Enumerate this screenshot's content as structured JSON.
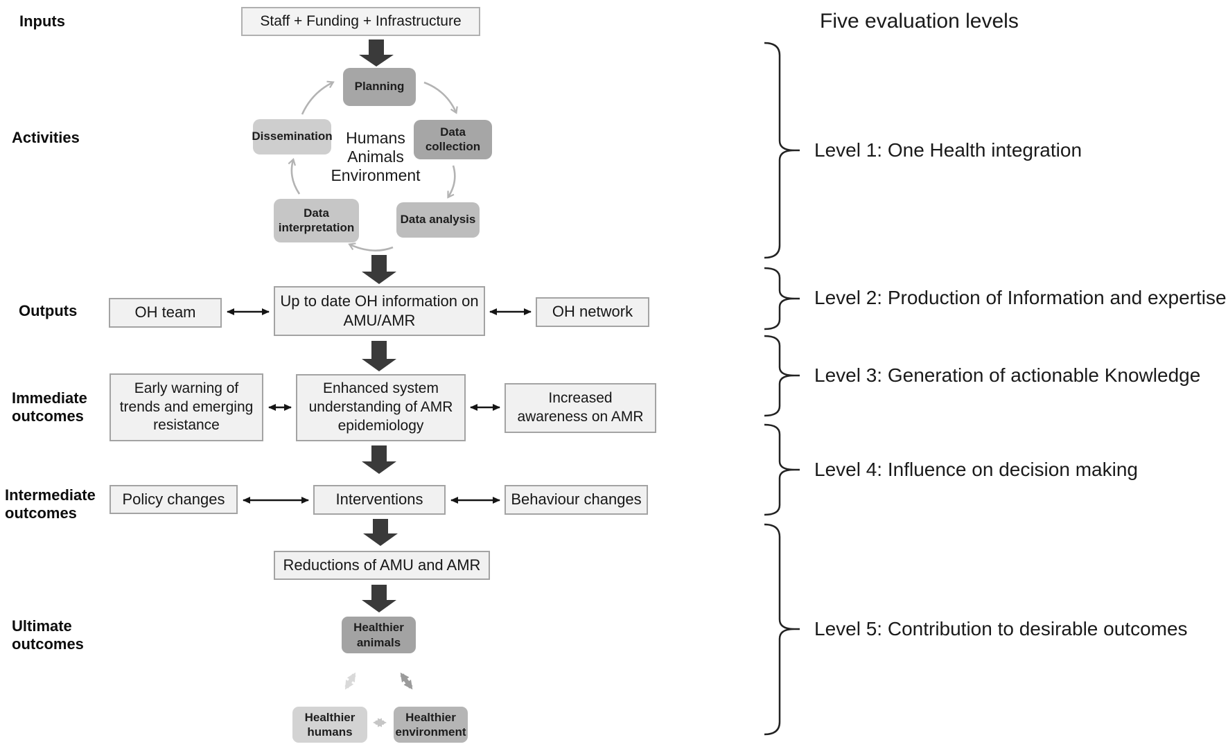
{
  "figure": {
    "title": "Five evaluation levels"
  },
  "row_labels": {
    "inputs": "Inputs",
    "activities": "Activities",
    "outputs": "Outputs",
    "immediate": "Immediate outcomes",
    "intermediate": "Intermediate outcomes",
    "ultimate": "Ultimate outcomes"
  },
  "boxes": {
    "staff": "Staff + Funding  + Infrastructure",
    "planning": "Planning",
    "data_collection": "Data collection",
    "data_analysis": "Data analysis",
    "data_interpretation": "Data interpretation",
    "dissemination": "Dissemination",
    "cycle_center": "Humans\nAnimals\nEnvironment",
    "oh_team": "OH team",
    "up_to_date": "Up to date OH information on AMU/AMR",
    "oh_network": "OH network",
    "early_warning": "Early warning of trends and emerging resistance",
    "enhanced_system": "Enhanced system understanding  of AMR epidemiology",
    "increased_awareness": "Increased awareness on AMR",
    "policy_changes": "Policy changes",
    "interventions": "Interventions",
    "behaviour_changes": "Behaviour changes",
    "reductions": "Reductions of AMU and AMR",
    "healthier_animals": "Healthier animals",
    "healthier_humans": "Healthier humans",
    "healthier_environment": "Healthier environment"
  },
  "levels": [
    "Level 1: One Health integration",
    "Level 2: Production of Information and expertise",
    "Level 3: Generation of actionable Knowledge",
    "Level 4: Influence on decision making",
    "Level 5: Contribution to desirable outcomes"
  ],
  "palette": {
    "light_box_fill": "#f1f1f1",
    "box_border": "#a3a3a3",
    "cycle_box_dark": "#a6a6a6",
    "cycle_box_medium": "#bdbdbd",
    "cycle_box_light": "#cecece",
    "healthier_animals_fill": "#a3a3a3",
    "healthier_humans_fill": "#d3d3d3",
    "healthier_environment_fill": "#b5b5b5",
    "block_arrow": "#3a3a3a",
    "thin_arrow": "#151515",
    "cycle_arrow": "#b3b3b3",
    "brace": "#222222",
    "text": "#111111"
  }
}
